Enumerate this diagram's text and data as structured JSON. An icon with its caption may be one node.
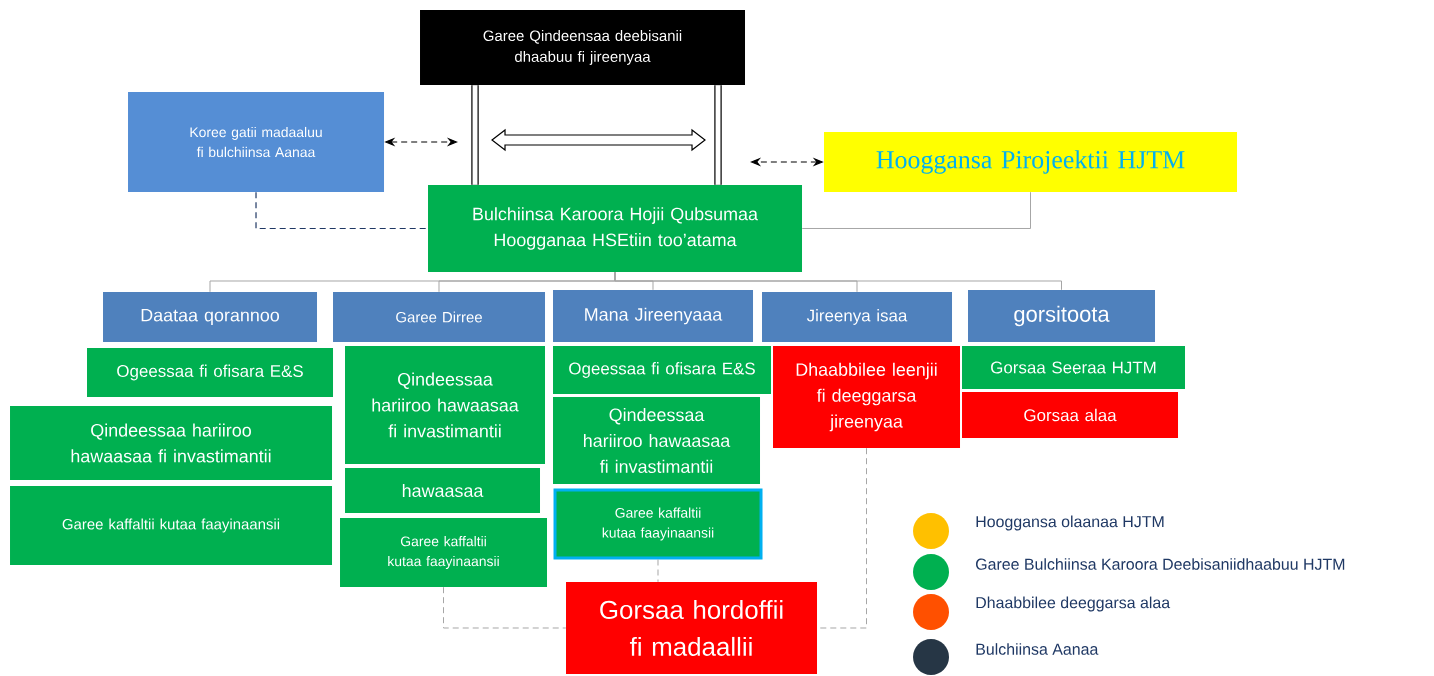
{
  "diagram": {
    "nodes": [
      {
        "text": [
          "Garee Qindeensaa deebisanii dhaabuu fi jireenyaa"
        ]
      },
      {
        "text": [
          "Koree gatii madaaluu fi bulchiinsa Aanaa"
        ]
      },
      {
        "text": [
          "Hooggansa Pirojeektii HJTM"
        ]
      },
      {
        "text": [
          "Bulchiinsa Karoora Hojii Qubsumaa Hoogganaa HSEtiin too’atama"
        ]
      },
      {
        "text": [
          "Daataa qorannoo"
        ]
      },
      {
        "text": [
          "Garee Dirree"
        ]
      },
      {
        "text": [
          "Mana Jireenyaaa"
        ]
      },
      {
        "text": [
          "Jireenya isaa"
        ]
      },
      {
        "text": [
          "gorsitoota"
        ]
      },
      {
        "text": [
          "Ogeessaa fi ofisara E&S"
        ]
      },
      {
        "text": [
          "Qindeessaa hariiroo hawaasaa fi invastimantii"
        ]
      },
      {
        "text": [
          "Garee kaffaltii kutaa faayinaansii"
        ]
      },
      {
        "text": [
          "Qindeessaa hariiroo hawaasaa fi invastimantii"
        ]
      },
      {
        "text": [
          "hawaasaa"
        ]
      },
      {
        "text": [
          "Garee kaffaltii kutaa faayinaansii"
        ]
      },
      {
        "text": [
          "Ogeessaa fi ofisara E&S"
        ]
      },
      {
        "text": [
          "Qindeessaa hariiroo hawaasaa fi invastimantii"
        ]
      },
      {
        "text": [
          "Garee kaffaltii kutaa faayinaansii"
        ]
      },
      {
        "text": [
          "Dhaabbilee leenjii fi deeggarsa jireenyaa"
        ]
      },
      {
        "text": [
          "Gorsaa Seeraa HJTM"
        ]
      },
      {
        "text": [
          "Gorsaa alaa"
        ]
      },
      {
        "text": [
          "Gorsaa hordoffii fi madaallii"
        ]
      }
    ],
    "edges": [
      {
        "from": 0,
        "to": 3,
        "arrow": "none",
        "style": "thick",
        "color": "#000000"
      },
      {
        "from": 0,
        "to": 3,
        "arrow": "none",
        "style": "thick",
        "color": "#000000"
      },
      {
        "from": 1,
        "to": null,
        "arrow": "both",
        "style": "dashed",
        "color": "#000000"
      },
      {
        "from": 2,
        "to": null,
        "arrow": "both",
        "style": "dashed",
        "color": "#000000"
      },
      {
        "from": 1,
        "to": 3,
        "arrow": "none",
        "style": "dashed",
        "color": "#1f3864"
      },
      {
        "from": 2,
        "to": 3,
        "arrow": "none"
      },
      {
        "from": 3,
        "to": 4,
        "arrow": "none"
      },
      {
        "from": 3,
        "to": 5,
        "arrow": "none"
      },
      {
        "from": 3,
        "to": 6,
        "arrow": "none"
      },
      {
        "from": 3,
        "to": 7,
        "arrow": "none"
      },
      {
        "from": 3,
        "to": 8,
        "arrow": "none"
      },
      {
        "from": 14,
        "to": 21,
        "arrow": "none",
        "style": "dashed"
      },
      {
        "from": 17,
        "to": 21,
        "arrow": "none",
        "style": "dashed"
      },
      {
        "from": 18,
        "to": 21,
        "arrow": "none",
        "style": "dashed"
      }
    ],
    "legend": [
      {
        "text": "Hooggansa olaanaa HJTM",
        "color": "#ffc000"
      },
      {
        "text": "Garee Bulchiinsa Karoora Deebisaniidhaabuu HJTM",
        "color": "#00b050"
      },
      {
        "text": "Dhaabbilee deeggarsa alaa",
        "color": "#ff5000"
      },
      {
        "text": "Bulchiinsa Aanaa",
        "color": "#263645"
      }
    ]
  }
}
